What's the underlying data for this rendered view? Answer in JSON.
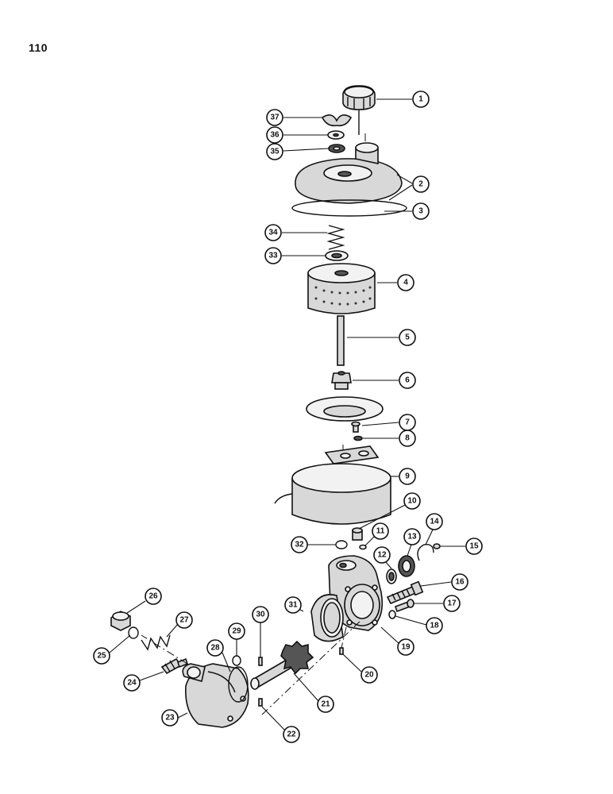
{
  "page": {
    "number": "110"
  },
  "callouts": [
    {
      "id": "c1",
      "label": "1"
    },
    {
      "id": "c2",
      "label": "2"
    },
    {
      "id": "c3",
      "label": "3"
    },
    {
      "id": "c4",
      "label": "4"
    },
    {
      "id": "c5",
      "label": "5"
    },
    {
      "id": "c6",
      "label": "6"
    },
    {
      "id": "c7",
      "label": "7"
    },
    {
      "id": "c8",
      "label": "8"
    },
    {
      "id": "c9",
      "label": "9"
    },
    {
      "id": "c10",
      "label": "10"
    },
    {
      "id": "c11",
      "label": "11"
    },
    {
      "id": "c12",
      "label": "12"
    },
    {
      "id": "c13",
      "label": "13"
    },
    {
      "id": "c14",
      "label": "14"
    },
    {
      "id": "c15",
      "label": "15"
    },
    {
      "id": "c16",
      "label": "16"
    },
    {
      "id": "c17",
      "label": "17"
    },
    {
      "id": "c18",
      "label": "18"
    },
    {
      "id": "c19",
      "label": "19"
    },
    {
      "id": "c20",
      "label": "20"
    },
    {
      "id": "c21",
      "label": "21"
    },
    {
      "id": "c22",
      "label": "22"
    },
    {
      "id": "c23",
      "label": "23"
    },
    {
      "id": "c24",
      "label": "24"
    },
    {
      "id": "c25",
      "label": "25"
    },
    {
      "id": "c26",
      "label": "26"
    },
    {
      "id": "c27",
      "label": "27"
    },
    {
      "id": "c28",
      "label": "28"
    },
    {
      "id": "c29",
      "label": "29"
    },
    {
      "id": "c30",
      "label": "30"
    },
    {
      "id": "c31",
      "label": "31"
    },
    {
      "id": "c32",
      "label": "32"
    },
    {
      "id": "c33",
      "label": "33"
    },
    {
      "id": "c34",
      "label": "34"
    },
    {
      "id": "c35",
      "label": "35"
    },
    {
      "id": "c36",
      "label": "36"
    },
    {
      "id": "c37",
      "label": "37"
    }
  ]
}
